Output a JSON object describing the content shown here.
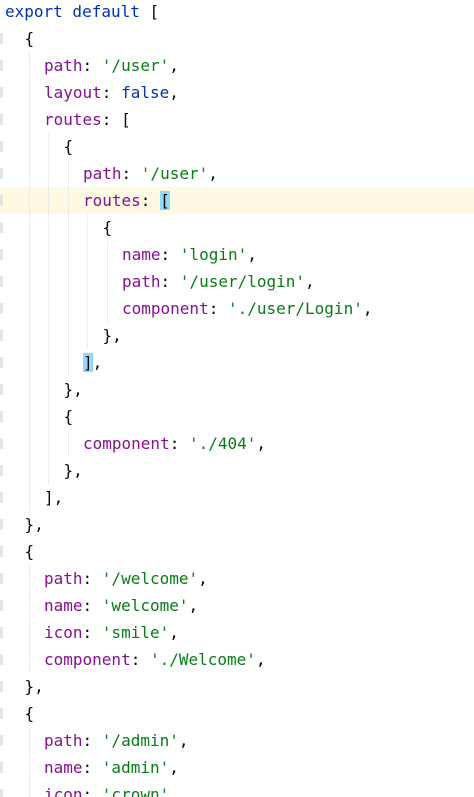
{
  "editor": {
    "language": "javascript",
    "colors": {
      "keyword": "#0033b3",
      "property": "#871094",
      "string": "#067d17",
      "punctuation": "#080808",
      "current_line": "#fdf9e3",
      "bracket_match": "#93d9ff"
    },
    "current_line_index": 7,
    "lines": [
      {
        "indent": 0,
        "tokens": [
          {
            "t": "kw",
            "v": "export default"
          },
          {
            "t": "punct",
            "v": " ["
          }
        ]
      },
      {
        "indent": 1,
        "tokens": [
          {
            "t": "punct",
            "v": "{"
          }
        ]
      },
      {
        "indent": 2,
        "tokens": [
          {
            "t": "prop",
            "v": "path"
          },
          {
            "t": "punct",
            "v": ": "
          },
          {
            "t": "str",
            "v": "'/user'"
          },
          {
            "t": "punct",
            "v": ","
          }
        ]
      },
      {
        "indent": 2,
        "tokens": [
          {
            "t": "prop",
            "v": "layout"
          },
          {
            "t": "punct",
            "v": ": "
          },
          {
            "t": "lit",
            "v": "false"
          },
          {
            "t": "punct",
            "v": ","
          }
        ]
      },
      {
        "indent": 2,
        "tokens": [
          {
            "t": "prop",
            "v": "routes"
          },
          {
            "t": "punct",
            "v": ": ["
          }
        ]
      },
      {
        "indent": 3,
        "tokens": [
          {
            "t": "punct",
            "v": "{"
          }
        ]
      },
      {
        "indent": 4,
        "tokens": [
          {
            "t": "prop",
            "v": "path"
          },
          {
            "t": "punct",
            "v": ": "
          },
          {
            "t": "str",
            "v": "'/user'"
          },
          {
            "t": "punct",
            "v": ","
          }
        ]
      },
      {
        "indent": 4,
        "tokens": [
          {
            "t": "prop",
            "v": "routes"
          },
          {
            "t": "punct",
            "v": ": "
          },
          {
            "t": "match",
            "v": "["
          }
        ]
      },
      {
        "indent": 5,
        "tokens": [
          {
            "t": "punct",
            "v": "{"
          }
        ]
      },
      {
        "indent": 6,
        "tokens": [
          {
            "t": "prop",
            "v": "name"
          },
          {
            "t": "punct",
            "v": ": "
          },
          {
            "t": "str",
            "v": "'login'"
          },
          {
            "t": "punct",
            "v": ","
          }
        ]
      },
      {
        "indent": 6,
        "tokens": [
          {
            "t": "prop",
            "v": "path"
          },
          {
            "t": "punct",
            "v": ": "
          },
          {
            "t": "str",
            "v": "'/user/login'"
          },
          {
            "t": "punct",
            "v": ","
          }
        ]
      },
      {
        "indent": 6,
        "tokens": [
          {
            "t": "prop",
            "v": "component"
          },
          {
            "t": "punct",
            "v": ": "
          },
          {
            "t": "str",
            "v": "'./user/Login'"
          },
          {
            "t": "punct",
            "v": ","
          }
        ]
      },
      {
        "indent": 5,
        "tokens": [
          {
            "t": "punct",
            "v": "},"
          }
        ]
      },
      {
        "indent": 4,
        "tokens": [
          {
            "t": "match",
            "v": "]"
          },
          {
            "t": "punct",
            "v": ","
          }
        ]
      },
      {
        "indent": 3,
        "tokens": [
          {
            "t": "punct",
            "v": "},"
          }
        ]
      },
      {
        "indent": 3,
        "tokens": [
          {
            "t": "punct",
            "v": "{"
          }
        ]
      },
      {
        "indent": 4,
        "tokens": [
          {
            "t": "prop",
            "v": "component"
          },
          {
            "t": "punct",
            "v": ": "
          },
          {
            "t": "str",
            "v": "'./404'"
          },
          {
            "t": "punct",
            "v": ","
          }
        ]
      },
      {
        "indent": 3,
        "tokens": [
          {
            "t": "punct",
            "v": "},"
          }
        ]
      },
      {
        "indent": 2,
        "tokens": [
          {
            "t": "punct",
            "v": "],"
          }
        ]
      },
      {
        "indent": 1,
        "tokens": [
          {
            "t": "punct",
            "v": "},"
          }
        ]
      },
      {
        "indent": 1,
        "tokens": [
          {
            "t": "punct",
            "v": "{"
          }
        ]
      },
      {
        "indent": 2,
        "tokens": [
          {
            "t": "prop",
            "v": "path"
          },
          {
            "t": "punct",
            "v": ": "
          },
          {
            "t": "str",
            "v": "'/welcome'"
          },
          {
            "t": "punct",
            "v": ","
          }
        ]
      },
      {
        "indent": 2,
        "tokens": [
          {
            "t": "prop",
            "v": "name"
          },
          {
            "t": "punct",
            "v": ": "
          },
          {
            "t": "str",
            "v": "'welcome'"
          },
          {
            "t": "punct",
            "v": ","
          }
        ]
      },
      {
        "indent": 2,
        "tokens": [
          {
            "t": "prop",
            "v": "icon"
          },
          {
            "t": "punct",
            "v": ": "
          },
          {
            "t": "str",
            "v": "'smile'"
          },
          {
            "t": "punct",
            "v": ","
          }
        ]
      },
      {
        "indent": 2,
        "tokens": [
          {
            "t": "prop",
            "v": "component"
          },
          {
            "t": "punct",
            "v": ": "
          },
          {
            "t": "str",
            "v": "'./Welcome'"
          },
          {
            "t": "punct",
            "v": ","
          }
        ]
      },
      {
        "indent": 1,
        "tokens": [
          {
            "t": "punct",
            "v": "},"
          }
        ]
      },
      {
        "indent": 1,
        "tokens": [
          {
            "t": "punct",
            "v": "{"
          }
        ]
      },
      {
        "indent": 2,
        "tokens": [
          {
            "t": "prop",
            "v": "path"
          },
          {
            "t": "punct",
            "v": ": "
          },
          {
            "t": "str",
            "v": "'/admin'"
          },
          {
            "t": "punct",
            "v": ","
          }
        ]
      },
      {
        "indent": 2,
        "tokens": [
          {
            "t": "prop",
            "v": "name"
          },
          {
            "t": "punct",
            "v": ": "
          },
          {
            "t": "str",
            "v": "'admin'"
          },
          {
            "t": "punct",
            "v": ","
          }
        ]
      },
      {
        "indent": 2,
        "tokens": [
          {
            "t": "prop",
            "v": "icon"
          },
          {
            "t": "punct",
            "v": ": "
          },
          {
            "t": "str",
            "v": "'crown'"
          },
          {
            "t": "punct",
            "v": ","
          }
        ]
      }
    ]
  }
}
